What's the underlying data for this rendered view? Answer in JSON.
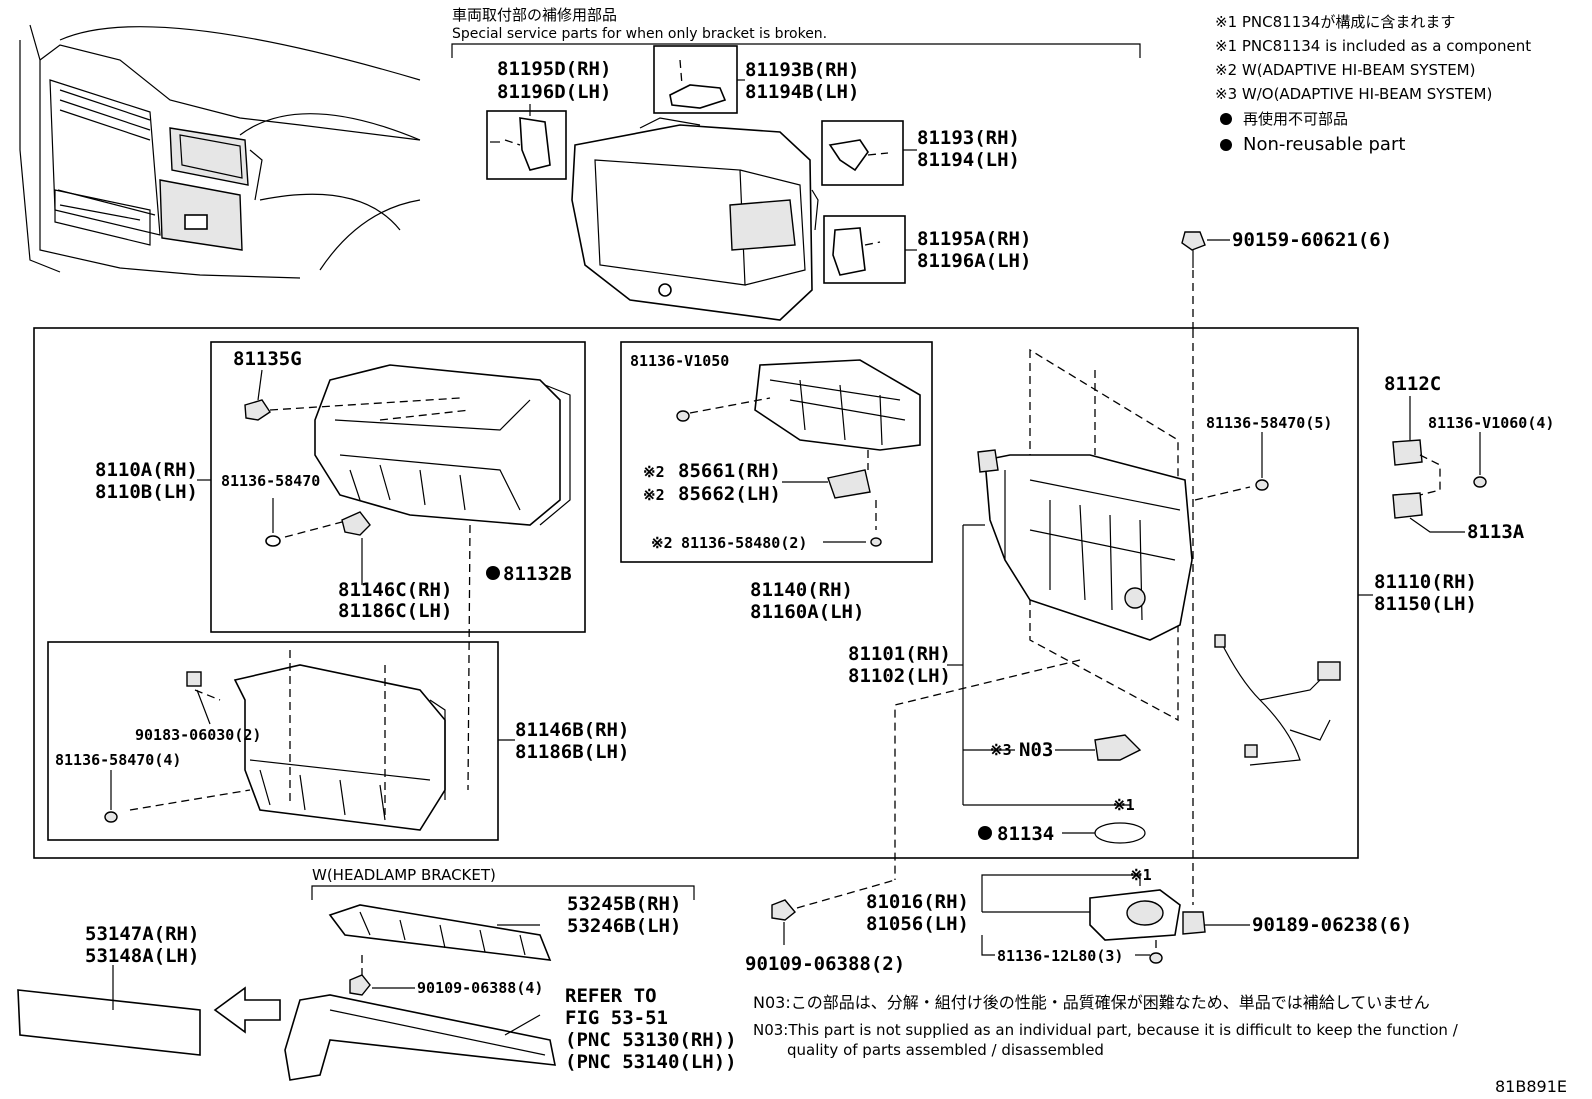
{
  "figure_id": "81B891E",
  "legend": {
    "jp1": "※1 PNC81134が構成に含まれます",
    "en1": "※1 PNC81134 is included as a component",
    "n2": "※2 W(ADAPTIVE HI-BEAM SYSTEM)",
    "n3": "※3 W/O(ADAPTIVE HI-BEAM SYSTEM)",
    "jp_nonreuse": "再使用不可部品",
    "en_nonreuse": "Non-reusable part"
  },
  "service": {
    "jp": "車両取付部の補修用部品",
    "en": "Special service parts for when only bracket is broken."
  },
  "labels": {
    "p81195D": "81195D(RH)",
    "p81196D": "81196D(LH)",
    "p81193B": "81193B(RH)",
    "p81194B": "81194B(LH)",
    "p81193": "81193(RH)",
    "p81194": "81194(LH)",
    "p81195A": "81195A(RH)",
    "p81196A": "81196A(LH)",
    "p90159": "90159-60621(6)",
    "p81135G": "81135G",
    "p8110A": "8110A(RH)",
    "p8110B": "8110B(LH)",
    "p81136_58470a": "81136-58470",
    "p81146C": "81146C(RH)",
    "p81186C": "81186C(LH)",
    "p81132B": "81132B",
    "p81136V1050": "81136-V1050",
    "p85661_mark": "※2",
    "p85661": "85661(RH)",
    "p85662_mark": "※2",
    "p85662": "85662(LH)",
    "p81136_58480_mark": "※2",
    "p81136_58480": "81136-58480(2)",
    "p81140": "81140(RH)",
    "p81160A": "81160A(LH)",
    "p81136_58470_5": "81136-58470(5)",
    "p8112C": "8112C",
    "p81136V1060": "81136-V1060(4)",
    "p8113A": "8113A",
    "p81110": "81110(RH)",
    "p81150": "81150(LH)",
    "p81101": "81101(RH)",
    "p81102": "81102(LH)",
    "p90183": "90183-06030(2)",
    "p81136_58470_4": "81136-58470(4)",
    "p81146B": "81146B(RH)",
    "p81186B": "81186B(LH)",
    "pN03_mark": "※3",
    "pN03": "N03",
    "p_x1a": "※1",
    "p81134": "81134",
    "w_bracket": "W(HEADLAMP BRACKET)",
    "p53245B": "53245B(RH)",
    "p53246B": "53246B(LH)",
    "p53147A": "53147A(RH)",
    "p53148A": "53148A(LH)",
    "p90109a": "90109-06388(4)",
    "refer1": "REFER TO",
    "refer2": "FIG 53-51",
    "refer3": "(PNC 53130(RH))",
    "refer4": "(PNC 53140(LH))",
    "p_x1b": "※1",
    "p81016": "81016(RH)",
    "p81056": "81056(LH)",
    "p90189": "90189-06238(6)",
    "p90109b": "90109-06388(2)",
    "p81136_12L80": "81136-12L80(3)"
  },
  "notes": {
    "jp": "N03:この部品は、分解・組付け後の性能・品質確保が困難なため、単品では補給していません",
    "en1": "N03:This part is not supplied as an individual part, because it is difficult to keep the function /",
    "en2": "quality of parts assembled / disassembled"
  }
}
